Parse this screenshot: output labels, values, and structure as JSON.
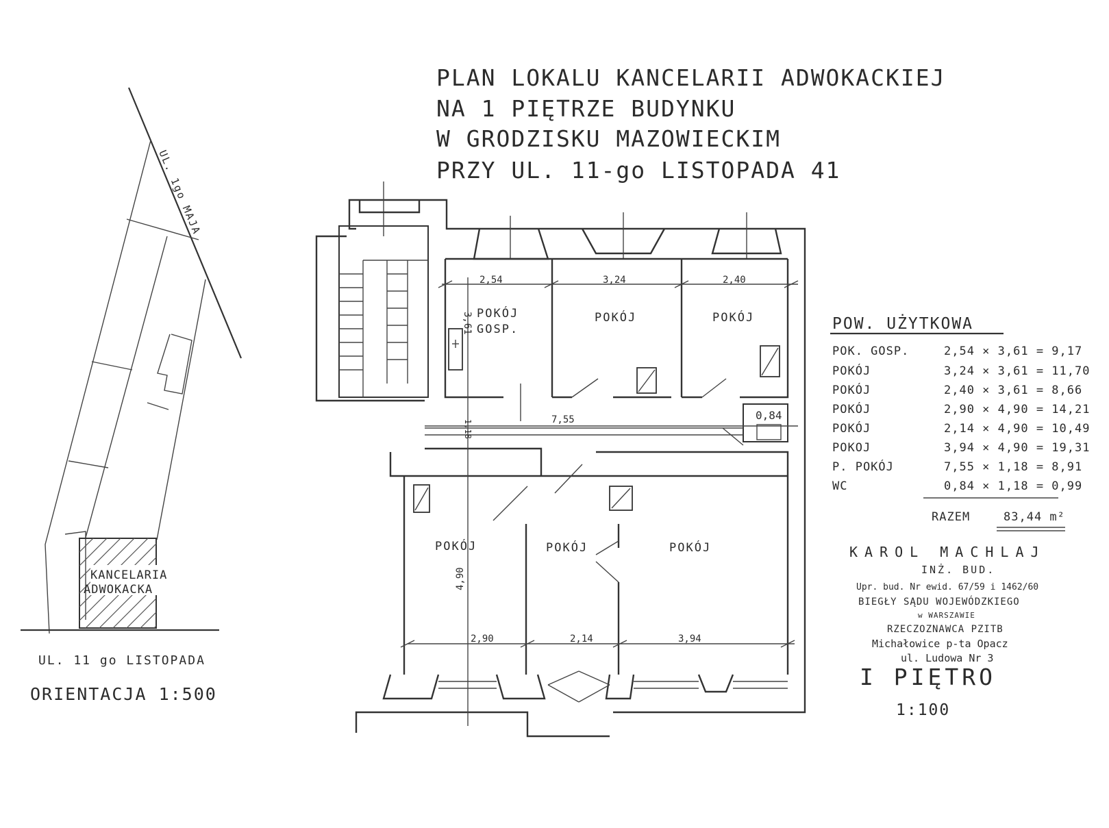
{
  "title": {
    "line1": "PLAN LOKALU KANCELARII ADWOKACKIEJ",
    "line2": "NA 1 PIĘTRZE BUDYNKU",
    "line3": "W GRODZISKU MAZOWIECKIM",
    "line4": "PRZY UL. 11-go LISTOPADA 41"
  },
  "orientation_map": {
    "street_top": "UL. 1go MAJA",
    "building_label_1": "KANCELARIA",
    "building_label_2": "ADWOKACKA",
    "street_bottom": "UL. 11 go LISTOPADA",
    "scale_label": "ORIENTACJA 1:500"
  },
  "floor_plan": {
    "rooms": {
      "gosp_1": "POKÓJ",
      "gosp_2": "GOSP.",
      "room_324": "POKÓJ",
      "room_240": "POKÓJ",
      "room_290": "POKÓJ",
      "room_214": "POKÓJ",
      "room_394": "POKÓJ"
    },
    "dimensions": {
      "d254": "2,54",
      "d324": "3,24",
      "d240": "2,40",
      "d361": "3,61",
      "d755": "7,55",
      "d118": "1,18",
      "d084": "0,84",
      "d490": "4,90",
      "d290": "2,90",
      "d214": "2,14",
      "d394": "3,94"
    }
  },
  "area_table": {
    "header": "POW. UŻYTKOWA",
    "rows": [
      {
        "name": "POK. GOSP.",
        "calc": "2,54 × 3,61 = 9,17"
      },
      {
        "name": "POKÓJ",
        "calc": "3,24 × 3,61 = 11,70"
      },
      {
        "name": "POKÓJ",
        "calc": "2,40 × 3,61 = 8,66"
      },
      {
        "name": "POKÓJ",
        "calc": "2,90 × 4,90 = 14,21"
      },
      {
        "name": "POKÓJ",
        "calc": "2,14 × 4,90 = 10,49"
      },
      {
        "name": "POKOJ",
        "calc": "3,94 × 4,90 = 19,31"
      },
      {
        "name": "P. POKÓJ",
        "calc": "7,55 × 1,18 = 8,91"
      },
      {
        "name": "WC",
        "calc": "0,84 × 1,18 = 0,99"
      }
    ],
    "total_label": "RAZEM",
    "total_value": "83,44 m²"
  },
  "stamp": {
    "name": "KAROL MACHLAJ",
    "title": "INŻ. BUD.",
    "license": "Upr. bud. Nr ewid. 67/59 i 1462/60",
    "court": "BIEGŁY SĄDU WOJEWÓDZKIEGO",
    "city": "w WARSZAWIE",
    "role": "RZECZOZNAWCA PZITB",
    "address1": "Michałowice p-ta Opacz",
    "address2": "ul. Ludowa Nr 3"
  },
  "floor": {
    "label": "I PIĘTRO",
    "scale": "1:100"
  }
}
